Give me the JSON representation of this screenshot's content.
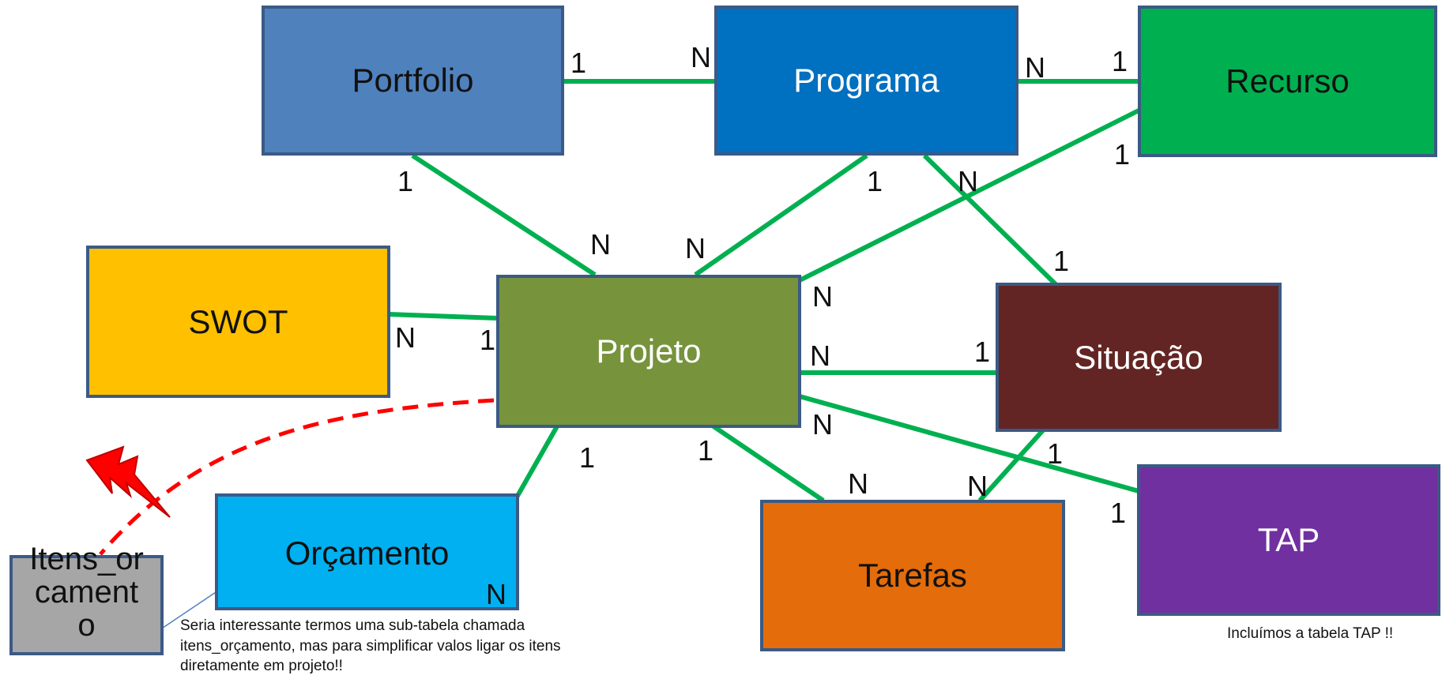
{
  "entities": {
    "portfolio": {
      "label": "Portfolio",
      "color": "#4f81bd"
    },
    "programa": {
      "label": "Programa",
      "color": "#0070c0"
    },
    "recurso": {
      "label": "Recurso",
      "color": "#00b050"
    },
    "swot": {
      "label": "SWOT",
      "color": "#ffc000"
    },
    "projeto": {
      "label": "Projeto",
      "color": "#77933c"
    },
    "situacao": {
      "label": "Situação",
      "color": "#632523"
    },
    "tap": {
      "label": "TAP",
      "color": "#7030a0"
    },
    "orcamento": {
      "label": "Orçamento",
      "color": "#00b0f0"
    },
    "tarefas": {
      "label": "Tarefas",
      "color": "#e46c0a"
    },
    "itens_orcamento": {
      "label_lines": [
        "Itens_or",
        "cament",
        "o"
      ],
      "color": "#a6a6a6"
    }
  },
  "relationships": [
    {
      "from": "Portfolio",
      "to": "Programa",
      "from_card": "1",
      "to_card": "N"
    },
    {
      "from": "Programa",
      "to": "Recurso",
      "from_card": "N",
      "to_card": "1"
    },
    {
      "from": "Portfolio",
      "to": "Projeto",
      "from_card": "1",
      "to_card": "N"
    },
    {
      "from": "Programa",
      "to": "Projeto",
      "from_card": "1",
      "to_card": "N"
    },
    {
      "from": "Recurso",
      "to": "Projeto",
      "from_card": "1",
      "to_card": "N"
    },
    {
      "from": "Programa",
      "to": "Situação",
      "from_card": "N",
      "to_card": "1"
    },
    {
      "from": "SWOT",
      "to": "Projeto",
      "from_card": "N",
      "to_card": "1"
    },
    {
      "from": "Projeto",
      "to": "Situação",
      "from_card": "N",
      "to_card": "1"
    },
    {
      "from": "Projeto",
      "to": "TAP",
      "from_card": "N",
      "to_card": "1"
    },
    {
      "from": "Projeto",
      "to": "Orçamento",
      "from_card": "1",
      "to_card": "N"
    },
    {
      "from": "Projeto",
      "to": "Tarefas",
      "from_card": "1",
      "to_card": "N"
    },
    {
      "from": "Situação",
      "to": "Tarefas",
      "from_card": "1",
      "to_card": "N"
    }
  ],
  "line_color": "#00b050",
  "dashed_color": "#ff0000",
  "notes": {
    "itens_note": [
      "Seria interessante termos uma sub-tabela chamada",
      "itens_orçamento, mas para simplificar valos ligar os itens",
      "diretamente em projeto!!"
    ],
    "tap_note": "Incluímos a tabela TAP !!"
  },
  "icons": {
    "warning": "lightning-bolt-icon"
  }
}
